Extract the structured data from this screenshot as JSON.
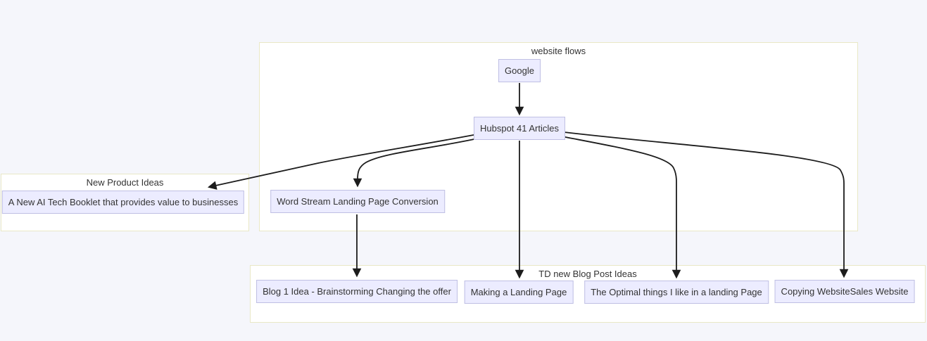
{
  "diagram_type": "flowchart",
  "clusters": [
    {
      "id": "website-flows",
      "label": "website flows"
    },
    {
      "id": "new-product-ideas",
      "label": "New Product Ideas"
    },
    {
      "id": "td-new-blog-post-ideas",
      "label": "TD new Blog Post Ideas"
    }
  ],
  "nodes": [
    {
      "id": "google",
      "label": "Google",
      "cluster": "website-flows"
    },
    {
      "id": "hubspot",
      "label": "Hubspot 41 Articles",
      "cluster": "website-flows"
    },
    {
      "id": "booklet",
      "label": "A New AI Tech Booklet that provides value to businesses",
      "cluster": "new-product-ideas"
    },
    {
      "id": "wordstream",
      "label": "Word Stream Landing Page Conversion",
      "cluster": "website-flows"
    },
    {
      "id": "blog1",
      "label": "Blog 1 Idea - Brainstorming Changing the offer",
      "cluster": "td-new-blog-post-ideas"
    },
    {
      "id": "making",
      "label": "Making a Landing Page",
      "cluster": "td-new-blog-post-ideas"
    },
    {
      "id": "optimal",
      "label": "The Optimal things I like in a landing Page",
      "cluster": "td-new-blog-post-ideas"
    },
    {
      "id": "copying",
      "label": "Copying WebsiteSales Website",
      "cluster": "td-new-blog-post-ideas"
    }
  ],
  "edges": [
    {
      "from": "Google",
      "to": "Hubspot 41 Articles"
    },
    {
      "from": "Hubspot 41 Articles",
      "to": "A New AI Tech Booklet that provides value to businesses"
    },
    {
      "from": "Hubspot 41 Articles",
      "to": "Word Stream Landing Page Conversion"
    },
    {
      "from": "Hubspot 41 Articles",
      "to": "Making a Landing Page"
    },
    {
      "from": "Hubspot 41 Articles",
      "to": "The Optimal things I like in a landing Page"
    },
    {
      "from": "Hubspot 41 Articles",
      "to": "Copying WebsiteSales Website"
    },
    {
      "from": "Word Stream Landing Page Conversion",
      "to": "Blog 1 Idea - Brainstorming Changing the offer"
    }
  ],
  "colors": {
    "background": "#f5f6fb",
    "cluster_fill": "#ffffff",
    "cluster_border": "#e9e8c6",
    "node_fill": "#ececff",
    "node_border": "#bfbfe3",
    "edge": "#1c1c1c",
    "text": "#333333"
  }
}
